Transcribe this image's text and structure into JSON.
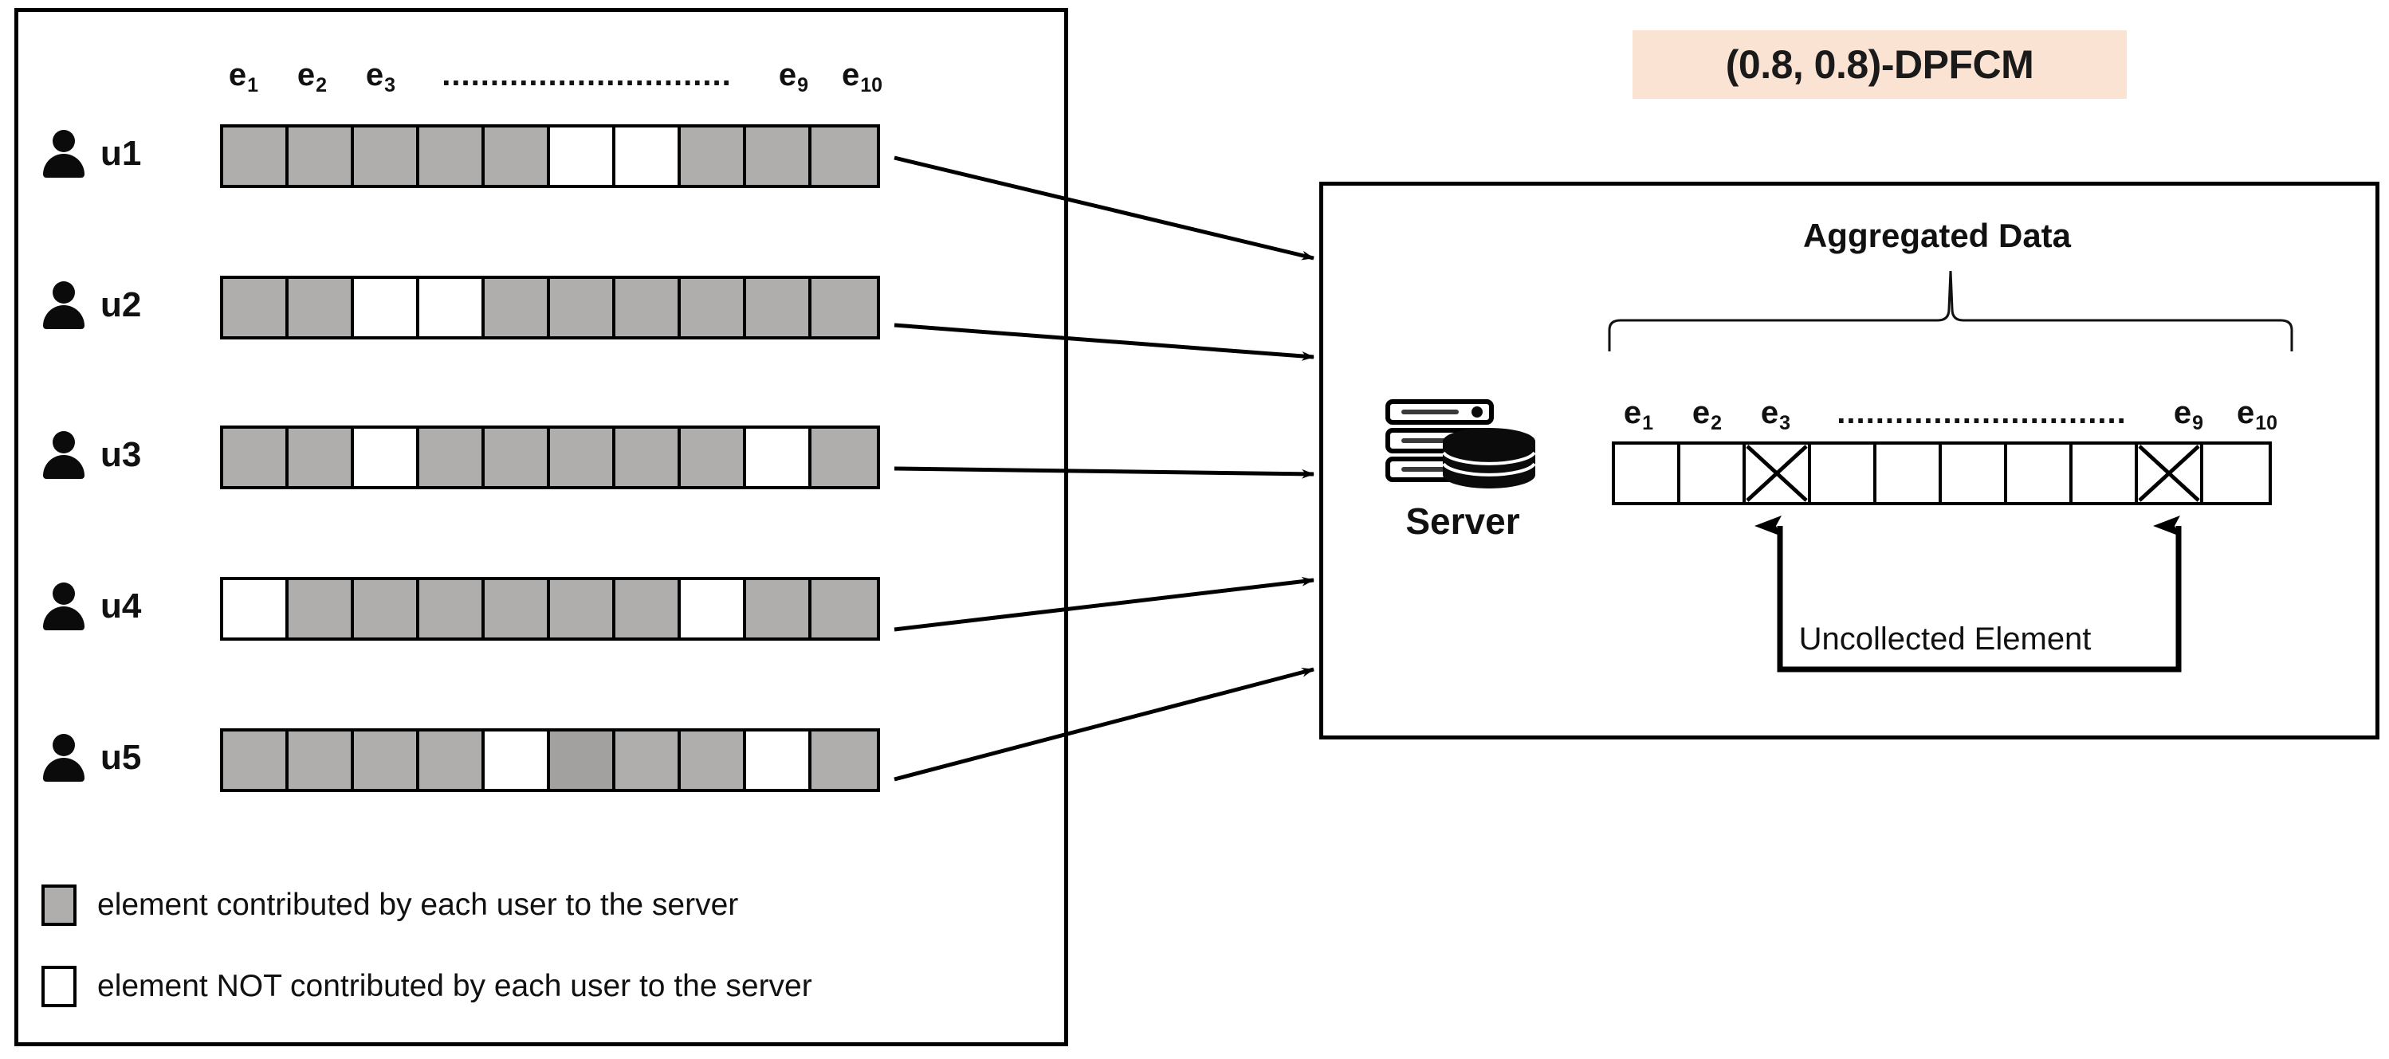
{
  "title_badge": {
    "label": "(0.8, 0.8)-DPFCM"
  },
  "left_panel": {
    "element_labels": {
      "e1": "e",
      "e1_sub": "1",
      "e2": "e",
      "e2_sub": "2",
      "e3": "e",
      "e3_sub": "3",
      "dots": "..............................",
      "e9": "e",
      "e9_sub": "9",
      "e10": "e",
      "e10_sub": "10"
    },
    "users": [
      {
        "name": "u1",
        "icon": "user-icon",
        "cells": [
          "filled",
          "filled",
          "filled",
          "filled",
          "filled",
          "empty",
          "empty",
          "filled",
          "filled",
          "filled"
        ]
      },
      {
        "name": "u2",
        "icon": "user-icon",
        "cells": [
          "filled",
          "filled",
          "empty",
          "empty",
          "filled",
          "filled",
          "filled",
          "filled",
          "filled",
          "filled"
        ]
      },
      {
        "name": "u3",
        "icon": "user-icon",
        "cells": [
          "filled",
          "filled",
          "empty",
          "filled",
          "filled",
          "filled",
          "filled",
          "filled",
          "empty",
          "filled"
        ]
      },
      {
        "name": "u4",
        "icon": "user-icon",
        "cells": [
          "empty",
          "filled",
          "filled",
          "filled",
          "filled",
          "filled",
          "filled",
          "empty",
          "filled",
          "filled"
        ]
      },
      {
        "name": "u5",
        "icon": "user-icon",
        "cells": [
          "filled",
          "filled",
          "filled",
          "filled",
          "empty",
          "filled-dark",
          "filled",
          "filled",
          "empty",
          "filled"
        ]
      }
    ],
    "legend": [
      {
        "swatch": "filled",
        "text": "element contributed by each user to the server"
      },
      {
        "swatch": "empty",
        "text": "element NOT contributed by each user to the server"
      }
    ]
  },
  "right_panel": {
    "server": {
      "icon": "server-database-icon",
      "label": "Server"
    },
    "aggregated": {
      "title": "Aggregated Data",
      "element_labels": {
        "e1": "e",
        "e1_sub": "1",
        "e2": "e",
        "e2_sub": "2",
        "e3": "e",
        "e3_sub": "3",
        "dots": "..............................",
        "e9": "e",
        "e9_sub": "9",
        "e10": "e",
        "e10_sub": "10"
      },
      "cells": [
        "empty",
        "empty",
        "crossed",
        "empty",
        "empty",
        "empty",
        "empty",
        "empty",
        "crossed",
        "empty"
      ],
      "annotation": "Uncollected Element",
      "annotated_indices": [
        3,
        9
      ]
    }
  },
  "colors": {
    "filled_gray": "#b0adad",
    "filled_gray_dark": "#a3a0a0",
    "badge_background": "#fbe3d4",
    "stroke": "#000000",
    "background": "#ffffff"
  },
  "arrows": {
    "count": 5,
    "from": "user bars (left panel)",
    "to": "server panel (right)"
  }
}
